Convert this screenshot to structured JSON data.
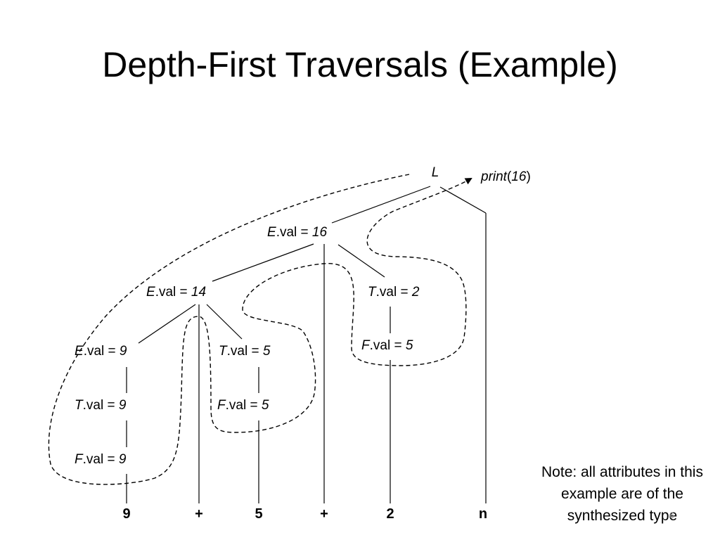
{
  "slide": {
    "title": "Depth-First Traversals (Example)",
    "note": "Note: all attributes in this example are of the synthesized type",
    "page_number": "6"
  },
  "tree": {
    "root": {
      "label": "L"
    },
    "print_action": {
      "fn": "print",
      "open": "(",
      "arg": "16",
      "close": ")"
    },
    "nodes": [
      {
        "id": "e16",
        "sym": "E",
        "rest": ".val = ",
        "value": "16"
      },
      {
        "id": "e14",
        "sym": "E",
        "rest": ".val = ",
        "value": "14"
      },
      {
        "id": "t2",
        "sym": "T",
        "rest": ".val = ",
        "value": "2"
      },
      {
        "id": "e9",
        "sym": "E",
        "rest": ".val = ",
        "value": "9"
      },
      {
        "id": "t5",
        "sym": "T",
        "rest": ".val = ",
        "value": "5"
      },
      {
        "id": "f5r",
        "sym": "F",
        "rest": ".val = ",
        "value": "5"
      },
      {
        "id": "t9",
        "sym": "T",
        "rest": ".val = ",
        "value": "9"
      },
      {
        "id": "f5",
        "sym": "F",
        "rest": ".val = ",
        "value": "5"
      },
      {
        "id": "f9",
        "sym": "F",
        "rest": ".val = ",
        "value": "9"
      }
    ],
    "leaves": [
      "9",
      "+",
      "5",
      "+",
      "2",
      "n"
    ]
  }
}
